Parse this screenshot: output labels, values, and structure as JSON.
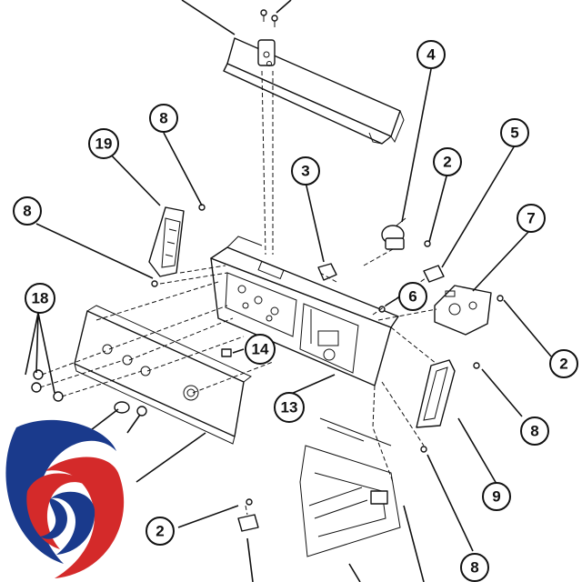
{
  "diagram": {
    "callouts": [
      {
        "id": "c4",
        "label": "4"
      },
      {
        "id": "c8a",
        "label": "8"
      },
      {
        "id": "c19",
        "label": "19"
      },
      {
        "id": "c5",
        "label": "5"
      },
      {
        "id": "c2a",
        "label": "2"
      },
      {
        "id": "c3",
        "label": "3"
      },
      {
        "id": "c8b",
        "label": "8"
      },
      {
        "id": "c7",
        "label": "7"
      },
      {
        "id": "c6",
        "label": "6"
      },
      {
        "id": "c18",
        "label": "18"
      },
      {
        "id": "c2b",
        "label": "2"
      },
      {
        "id": "c14",
        "label": "14"
      },
      {
        "id": "c13",
        "label": "13"
      },
      {
        "id": "c8c",
        "label": "8"
      },
      {
        "id": "c9",
        "label": "9"
      },
      {
        "id": "c2c",
        "label": "2"
      },
      {
        "id": "c8d",
        "label": "8"
      }
    ]
  },
  "logo": {
    "colors": [
      "#1a3a8c",
      "#d42a2a",
      "#ffffff"
    ]
  }
}
